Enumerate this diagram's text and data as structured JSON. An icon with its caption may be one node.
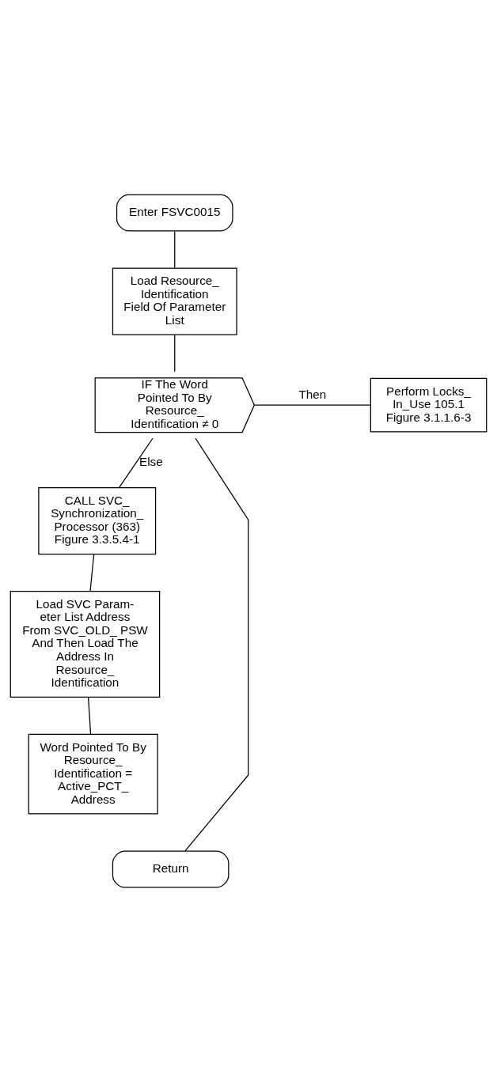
{
  "diagram": {
    "nodes": [
      {
        "text": [
          "Enter FSVC0015"
        ]
      },
      {
        "text": [
          "Load Resource_ Identification Field Of Parameter List"
        ]
      },
      {
        "text": [
          "IF The Word Pointed To By Resource_ Identification ≠ 0"
        ]
      },
      {
        "text": [
          "Perform Locks_ In_Use 105.1 Figure 3.1.1.6-3"
        ]
      },
      {
        "text": [
          "CALL SVC_ Synchronization_ Processor (363) Figure 3.3.5.4-1"
        ]
      },
      {
        "text": [
          "Load SVC Param- eter List Address From SVC_OLD_ PSW And Then Load The Address In Resource_ Identification"
        ]
      },
      {
        "text": [
          "Word Pointed To By Resource_ Identification = Active_PCT_ Address"
        ]
      },
      {
        "text": [
          "Return"
        ]
      }
    ],
    "edges": [
      {
        "from": 0,
        "to": 1,
        "arrow": "none"
      },
      {
        "from": 1,
        "to": 2,
        "arrow": "none"
      },
      {
        "from": 2,
        "to": 3,
        "arrow": "none",
        "label": "Then"
      },
      {
        "from": 2,
        "to": 4,
        "arrow": "none",
        "label": "Else"
      },
      {
        "from": 4,
        "to": 5,
        "arrow": "none"
      },
      {
        "from": 5,
        "to": 6,
        "arrow": "none"
      },
      {
        "from": 2,
        "to": 7,
        "arrow": "none"
      }
    ]
  }
}
